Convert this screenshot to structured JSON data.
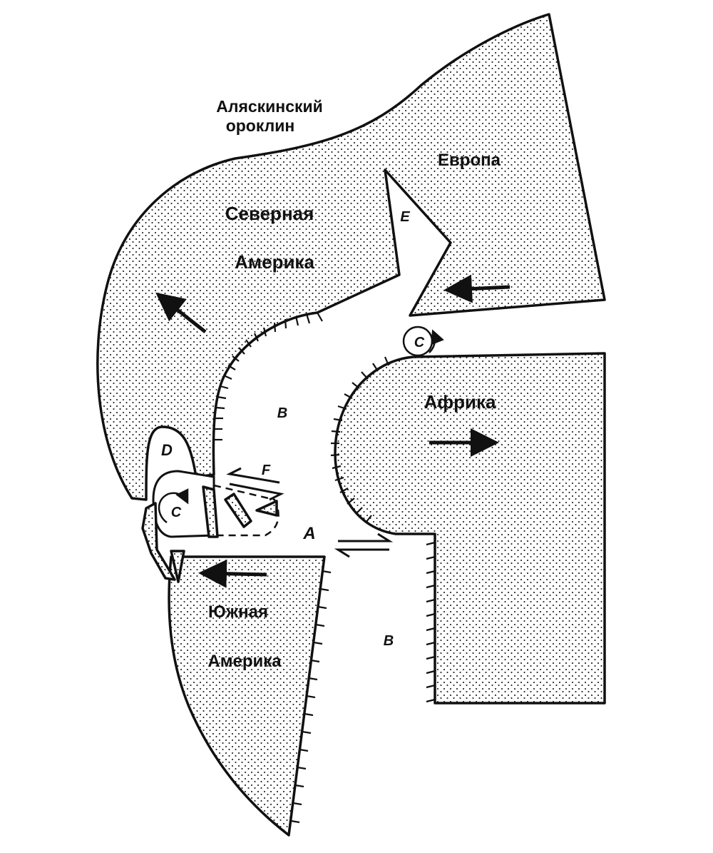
{
  "labels": {
    "alaska_line1": "Аляскинский",
    "alaska_line2": "ороклин",
    "europe": "Европа",
    "north_america_line1": "Северная",
    "north_america_line2": "Америка",
    "africa": "Африка",
    "south_america_line1": "Южная",
    "south_america_line2": "Америка"
  },
  "markers": {
    "a": "A",
    "b_upper": "B",
    "b_lower": "B",
    "c_right": "C",
    "c_left": "C",
    "d": "D",
    "e": "E",
    "f": "F"
  },
  "colors": {
    "land_dots": "#111111",
    "ocean": "#ffffff",
    "outline": "#111111"
  }
}
